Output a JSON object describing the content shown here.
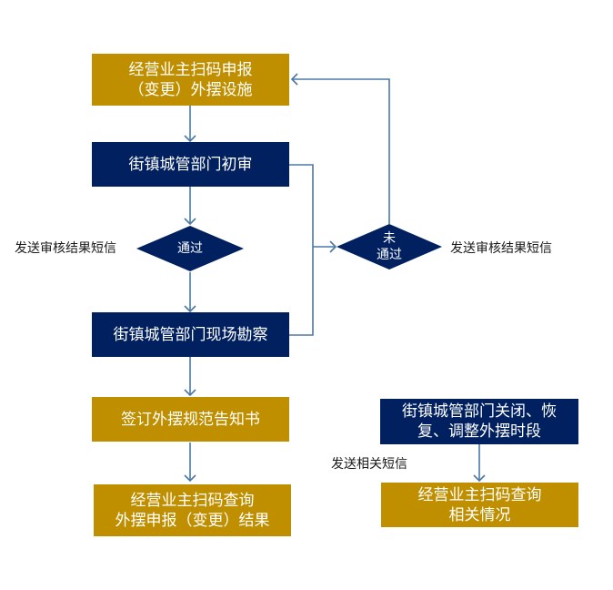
{
  "nodes": {
    "submit": {
      "line1": "经营业主扫码申报",
      "line2": "（变更）外摆设施"
    },
    "initial_review": {
      "text": "街镇城管部门初审"
    },
    "passed": {
      "text": "通过"
    },
    "not_passed": {
      "line1": "未",
      "line2": "通过"
    },
    "site_survey": {
      "text": "街镇城管部门现场勘察"
    },
    "sign_notice": {
      "text": "签订外摆规范告知书"
    },
    "query_result": {
      "line1": "经营业主扫码查询",
      "line2": "外摆申报（变更）结果"
    },
    "adjust": {
      "line1": "街镇城管部门关闭、恢",
      "line2": "复、调整外摆时段"
    },
    "query_related": {
      "line1": "经营业主扫码查询",
      "line2": "相关情况"
    }
  },
  "labels": {
    "sms_left": "发送审核结果短信",
    "sms_right": "发送审核结果短信",
    "sms_related": "发送相关短信"
  },
  "colors": {
    "gold": "#bf8f00",
    "navy": "#002060",
    "connector": "#4a78a8"
  }
}
